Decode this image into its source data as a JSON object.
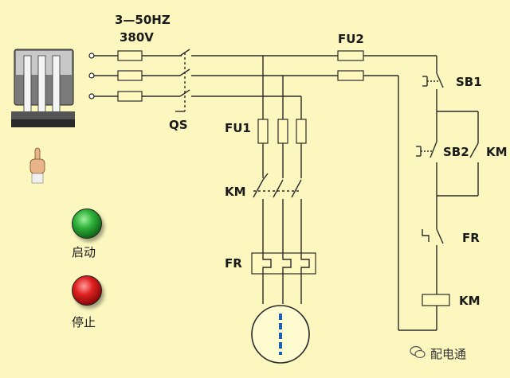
{
  "supply": {
    "line1": "3—50HZ",
    "line2": "380V"
  },
  "labels": {
    "fu2": "FU2",
    "qs": "QS",
    "fu1": "FU1",
    "km_main": "KM",
    "fr_main": "FR",
    "sb1": "SB1",
    "sb2": "SB2",
    "km_aux": "KM",
    "fr_contact": "FR",
    "km_coil": "KM"
  },
  "buttons": {
    "start": "启动",
    "stop": "停止"
  },
  "watermark": {
    "text": "配电通"
  },
  "colors": {
    "background": "#fbf7bf",
    "start": "#2fb23a",
    "stop": "#e02020",
    "motor_rotor": "#1a5fb4"
  },
  "icons": [
    "knife-switch-icon",
    "pointing-hand-icon",
    "motor-icon",
    "wechat-icon"
  ]
}
